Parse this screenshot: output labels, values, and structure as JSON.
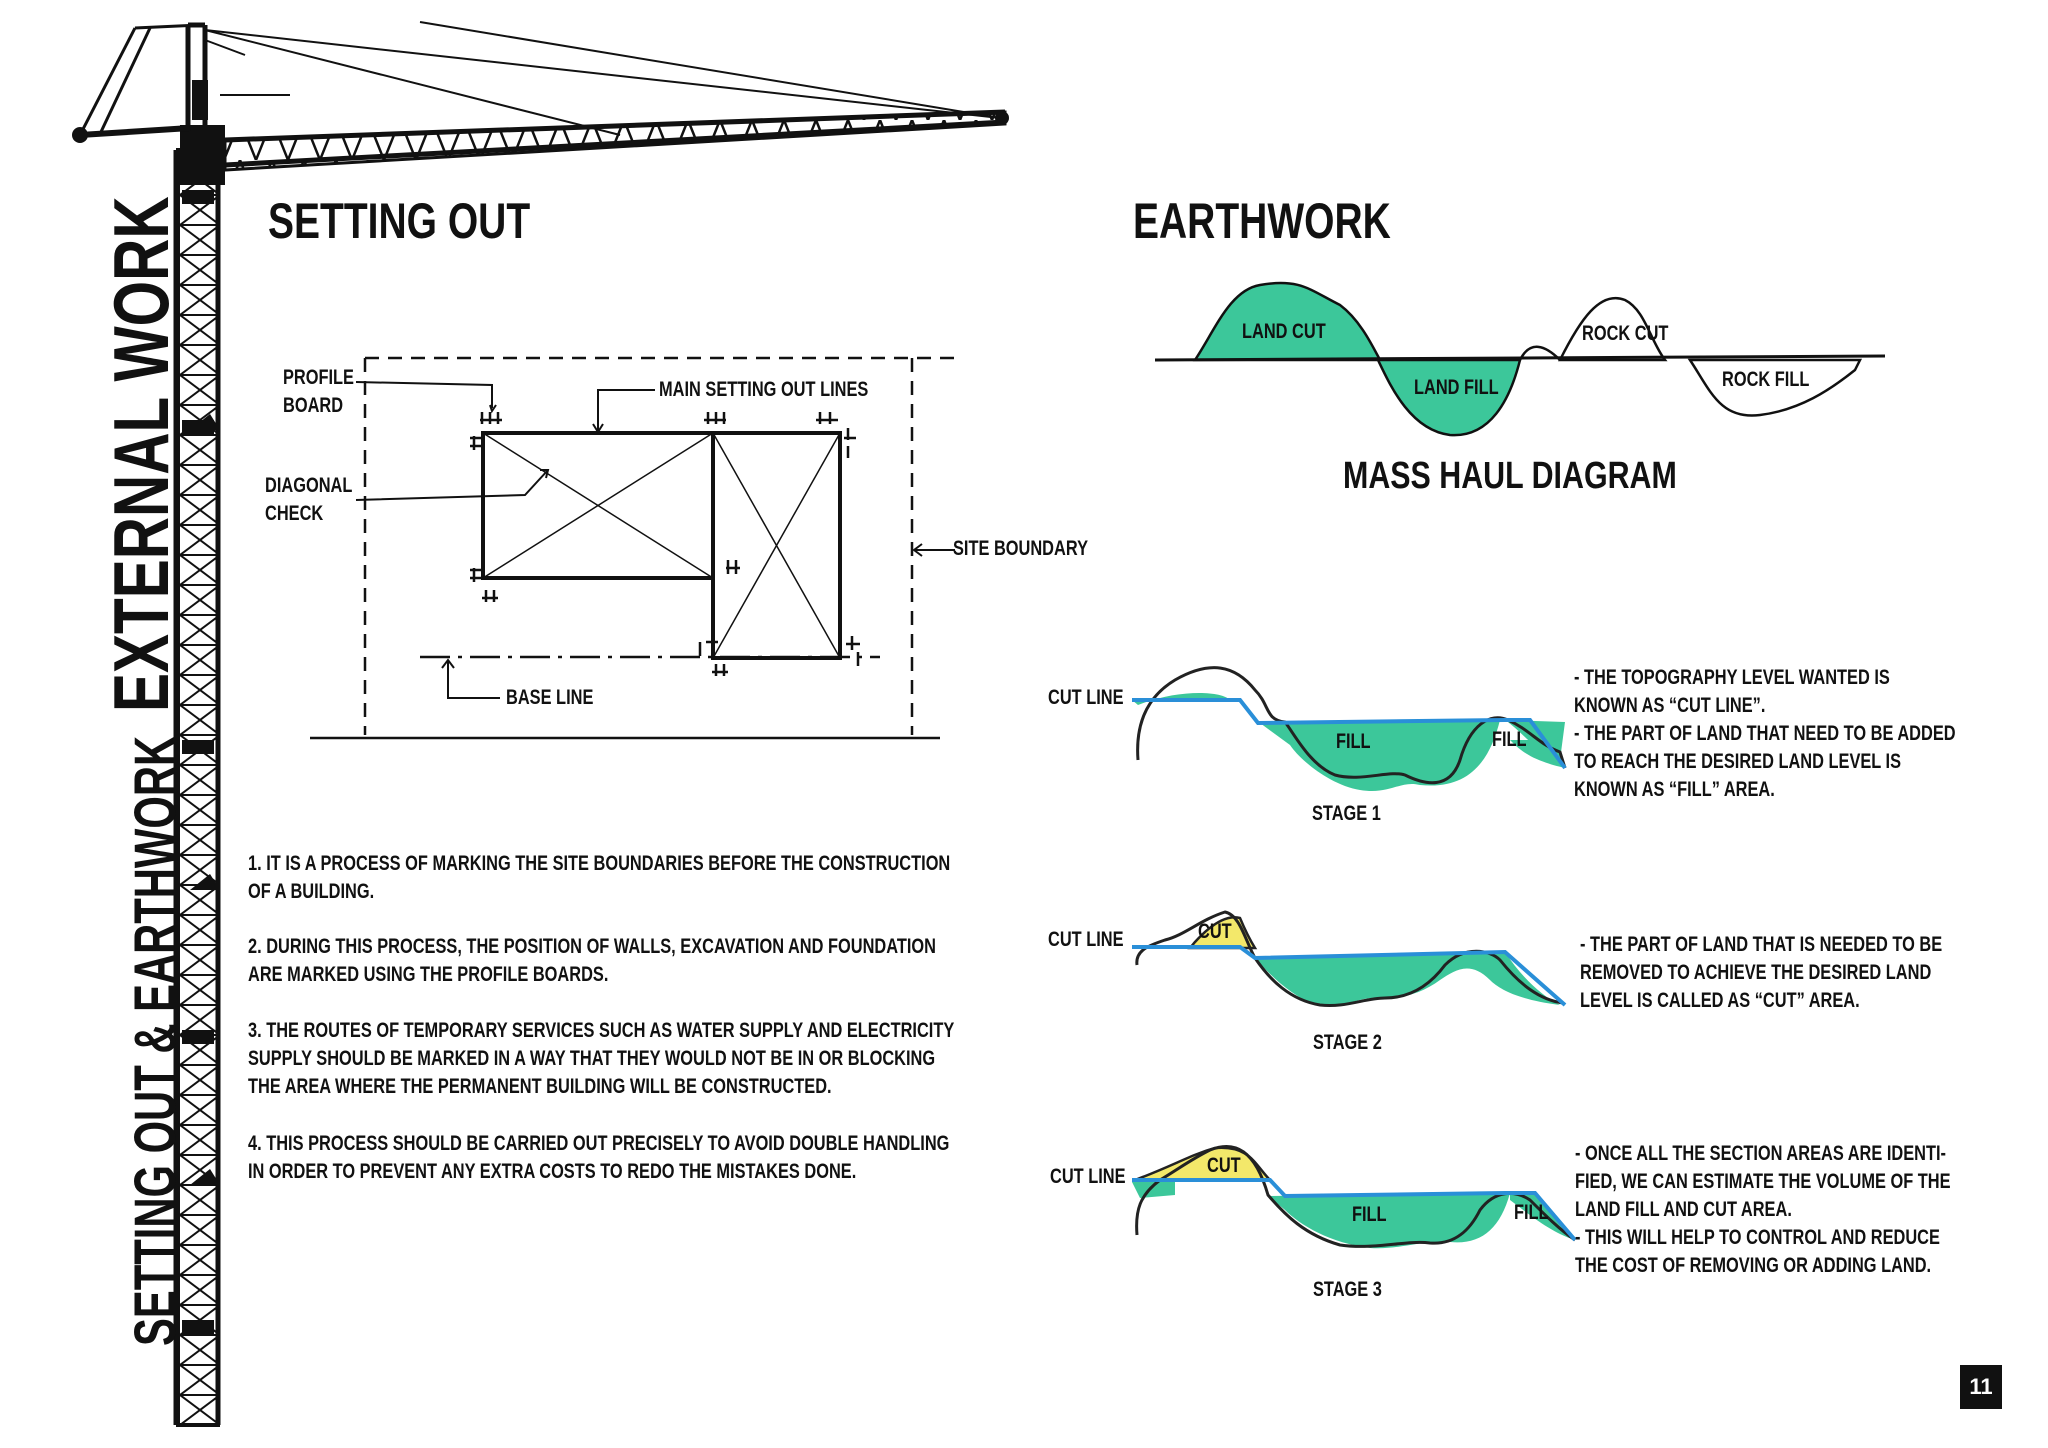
{
  "side": {
    "title_main": "EXTERNAL WORK",
    "title_sub": "SETTING OUT & EARTHWORK"
  },
  "setting_out": {
    "heading": "SETTING OUT",
    "labels": {
      "profile_board": [
        "PROFILE",
        "BOARD"
      ],
      "main_lines": "MAIN SETTING OUT LINES",
      "diagonal_check": [
        "DIAGONAL",
        "CHECK"
      ],
      "site_boundary": "SITE BOUNDARY",
      "base_line": "BASE LINE"
    },
    "paragraphs": [
      [
        "1. IT IS A PROCESS OF MARKING THE SITE BOUNDARIES BEFORE THE CONSTRUCTION",
        "OF A BUILDING."
      ],
      [
        "2. DURING THIS PROCESS, THE POSITION OF WALLS, EXCAVATION AND FOUNDATION",
        "ARE MARKED USING THE PROFILE BOARDS."
      ],
      [
        "3. THE ROUTES OF TEMPORARY SERVICES SUCH AS WATER SUPPLY AND ELECTRICITY",
        "SUPPLY SHOULD BE MARKED IN A WAY THAT THEY WOULD NOT BE IN OR BLOCKING",
        "THE AREA WHERE THE PERMANENT BUILDING WILL BE CONSTRUCTED."
      ],
      [
        "4. THIS PROCESS SHOULD BE CARRIED OUT PRECISELY TO AVOID DOUBLE HANDLING",
        "IN ORDER TO PREVENT ANY EXTRA COSTS TO REDO THE MISTAKES DONE."
      ]
    ]
  },
  "earthwork": {
    "heading": "EARTHWORK",
    "mass_haul": {
      "caption": "MASS HAUL DIAGRAM",
      "land_cut": "LAND CUT",
      "land_fill": "LAND FILL",
      "rock_cut": "ROCK CUT",
      "rock_fill": "ROCK FILL"
    },
    "stages": [
      {
        "caption": "STAGE 1",
        "cut_line": "CUT LINE",
        "fill_labels": [
          "FILL",
          "FILL"
        ],
        "notes": [
          "- THE TOPOGRAPHY LEVEL WANTED IS",
          "KNOWN AS “CUT LINE”.",
          "- THE PART OF LAND THAT NEED TO BE ADDED",
          "TO REACH THE DESIRED LAND LEVEL IS",
          "KNOWN AS “FILL” AREA."
        ]
      },
      {
        "caption": "STAGE 2",
        "cut_line": "CUT LINE",
        "cut_label": "CUT",
        "notes": [
          "- THE PART OF LAND THAT IS NEEDED TO BE",
          "REMOVED TO ACHIEVE THE DESIRED LAND",
          "LEVEL IS CALLED AS “CUT” AREA."
        ]
      },
      {
        "caption": "STAGE 3",
        "cut_line": "CUT LINE",
        "cut_label": "CUT",
        "fill_labels": [
          "FILL",
          "FILL"
        ],
        "notes": [
          "- ONCE ALL THE SECTION AREAS ARE IDENTI-",
          "FIED, WE CAN ESTIMATE THE VOLUME OF THE",
          "LAND FILL AND CUT AREA.",
          "- THIS WILL HELP TO CONTROL AND REDUCE",
          "THE COST OF REMOVING OR ADDING LAND."
        ]
      }
    ]
  },
  "page_number": "11",
  "colors": {
    "fill_green": "#3cc79a",
    "cut_yellow": "#f3e86a",
    "cut_line_blue": "#2a8fd8",
    "ink": "#111111"
  }
}
